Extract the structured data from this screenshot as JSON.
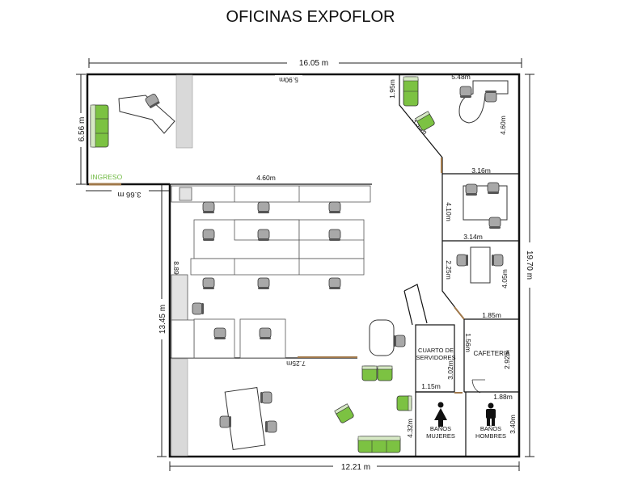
{
  "title": "OFICINAS EXPOFLOR",
  "dimensions": {
    "top_total": "16.05 m",
    "right_total": "19.70 m",
    "bottom_total": "12.21 m",
    "left_lower": "13.45 m",
    "left_upper": "6.56 m",
    "entry_width": "3.66 m",
    "reception_top": "5.90m",
    "open_office_top": "4.60m",
    "open_office_left": "8.89m",
    "open_office_bottom": "7.25m",
    "manager_top": "5.48m",
    "manager_left": "1.95m",
    "manager_diag": "3.33m",
    "manager_right": "4.60m",
    "meeting_top": "3.16m",
    "meeting_left": "4.10m",
    "office_small_top": "3.14m",
    "office_small_left": "2.25m",
    "office_small_right": "4.05m",
    "office_small_bottom": "1.85m",
    "server_right": "1.56m",
    "server_inner": "3.02m",
    "server_bottom": "1.15m",
    "cafe_right": "2.92m",
    "bath_top": "1.88m",
    "bath_left": "4.32m",
    "bath_right": "3.40m"
  },
  "labels": {
    "entrance": "INGRESO",
    "server_room_1": "CUARTO DE",
    "server_room_2": "SERVIDORES",
    "cafeteria": "CAFETERIA",
    "women_1": "BAÑOS",
    "women_2": "MUJERES",
    "men_1": "BAÑOS",
    "men_2": "HOMBRES"
  },
  "colors": {
    "wall": "#111111",
    "sofa": "#7cc242",
    "chair": "#a8a8a8",
    "partition": "#d9d9d9",
    "door": "#a0784a",
    "entrance_text": "#6db83f"
  }
}
